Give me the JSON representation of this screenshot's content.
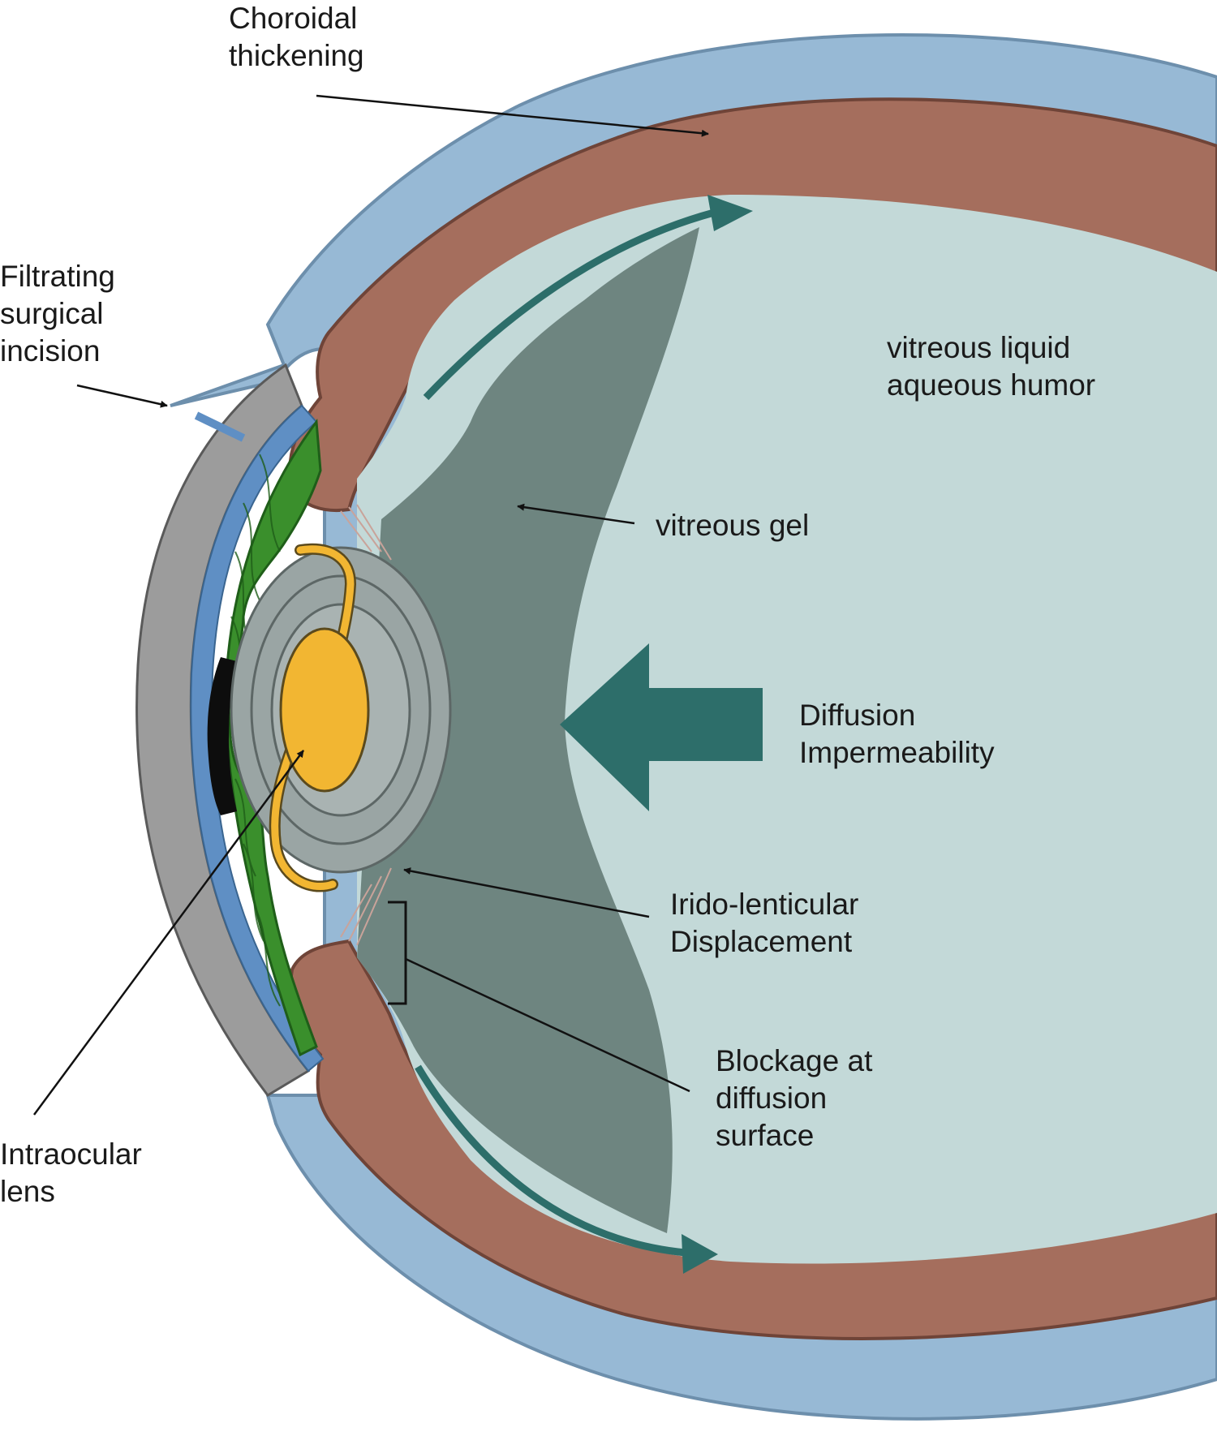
{
  "labels": {
    "choroidal_thickening": [
      "Choroidal",
      "thickening"
    ],
    "filtrating_incision": [
      "Filtrating",
      "surgical",
      "incision"
    ],
    "vitreous_liquid": [
      "vitreous liquid",
      "aqueous humor"
    ],
    "vitreous_gel": [
      "vitreous gel"
    ],
    "diffusion": [
      "Diffusion",
      "Impermeability"
    ],
    "irido_lenticular": [
      "Irido-lenticular",
      "Displacement"
    ],
    "blockage": [
      "Blockage at",
      "diffusion",
      "surface"
    ],
    "intraocular_lens": [
      "Intraocular",
      "lens"
    ]
  },
  "colors": {
    "sclera": "#97b9d5",
    "sclera_stroke": "#6d8fac",
    "choroid": "#a56e5d",
    "choroid_stroke": "#6f4438",
    "cornea_gray": "#9c9c9c",
    "cornea_blue": "#5f8fc4",
    "iris": "#3a8f2c",
    "iris_dark": "#1f5e19",
    "vitreous_liquid": "#c3d9d8",
    "vitreous_gel": "#6e8580",
    "lens_capsule": "#9aa5a4",
    "iol": "#f2b632",
    "flow_arrow": "#2d6e6a",
    "label_text": "#1a1a1a"
  }
}
